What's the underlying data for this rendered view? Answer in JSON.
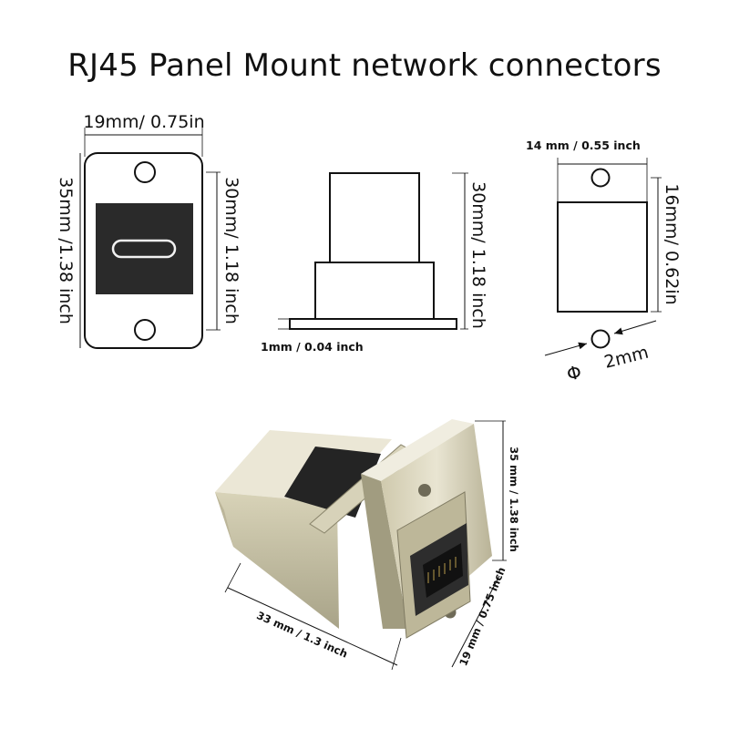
{
  "title": "RJ45 Panel Mount network connectors",
  "front_view": {
    "width_label": "19mm/ 0.75in",
    "height_label": "35mm /1.38 inch",
    "hole_spacing_label": "30mm/ 1.18 inch"
  },
  "side_view": {
    "height_label": "30mm/ 1.18 inch",
    "flange_label": "1mm / 0.04 inch"
  },
  "cutout_view": {
    "width_label": "14 mm / 0.55 inch",
    "height_label": "16mm/ 0.62in",
    "hole_label": "2mm",
    "phi_symbol": "Φ"
  },
  "photo": {
    "height_label": "35 mm / 1.38 inch",
    "width_label": "19 mm / 0.75 inch",
    "length_label": "33 mm / 1.3 inch"
  }
}
